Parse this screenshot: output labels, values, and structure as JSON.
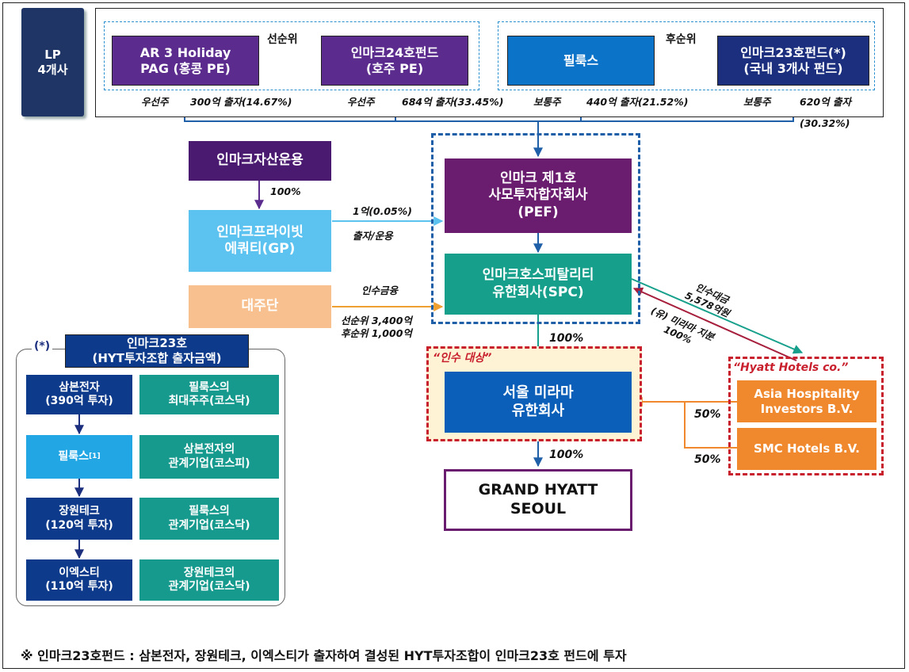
{
  "lp": {
    "label": "LP\n4개사"
  },
  "senior": {
    "header": "선순위",
    "fund1": {
      "name": "AR 3 Holiday\nPAG (홍콩 PE)",
      "type": "우선주",
      "amount": "300억 출자(14.67%)"
    },
    "fund2": {
      "name": "인마크24호펀드\n(호주 PE)",
      "type": "우선주",
      "amount": "684억 출자(33.45%)"
    }
  },
  "junior": {
    "header": "후순위",
    "fund1": {
      "name": "필룩스",
      "type": "보통주",
      "amount": "440억 출자(21.52%)"
    },
    "fund2": {
      "name": "인마크23호펀드(*)\n(국내 3개사 펀드)",
      "type": "보통주",
      "amount": "620억 출자",
      "amount2": "(30.32%)"
    }
  },
  "am": {
    "name": "인마크자산운용",
    "pct": "100%"
  },
  "gp": {
    "name": "인마크프라이빗\n에쿼티(GP)",
    "inv": "1억(0.05%)",
    "role": "출자/운용"
  },
  "pef": {
    "name": "인마크 제1호\n사모투자합자회사\n(PEF)"
  },
  "spc": {
    "name": "인마크호스피탈리티\n유한회사(SPC)",
    "pct": "100%"
  },
  "lender": {
    "name": "대주단",
    "loan": "인수금융",
    "senior": "선순위 3,400억",
    "junior": "후순위 1,000억"
  },
  "target": {
    "label": "“인수 대상”",
    "name": "서울 미라마\n유한회사",
    "pct": "100%"
  },
  "hotel": {
    "name": "GRAND HYATT\nSEOUL"
  },
  "hyatt": {
    "label": "“Hyatt Hotels co.”",
    "sub1": "Asia Hospitality\nInvestors B.V.",
    "sub2": "SMC Hotels B.V.",
    "pct1": "50%",
    "pct2": "50%",
    "price": "인수대금\n5,578억원",
    "share": "(유) 미라마 지분\n100%"
  },
  "hyt": {
    "mark": "(*)",
    "title": "인마크23호\n(HYT투자조합 출자금액)",
    "rows": [
      {
        "name": "삼본전자\n(390억 투자)",
        "desc": "필룩스의\n최대주주(코스닥)"
      },
      {
        "name": "필룩스",
        "sup": "[1]",
        "desc": "삼본전자의\n관계기업(코스피)"
      },
      {
        "name": "장원테크\n(120억 투자)",
        "desc": "필룩스의\n관계기업(코스닥)"
      },
      {
        "name": "이엑스티\n(110억 투자)",
        "desc": "장원테크의\n관계기업(코스닥)"
      }
    ]
  },
  "footnote": "※ 인마크23호펀드 : 삼본전자, 장원테크, 이엑스티가 출자하여 결성된 HYT투자조합이 인마크23호 펀드에 투자",
  "colors": {
    "navy": "#1B2F7E",
    "purple": "#5B2C8E",
    "blue": "#0B74C9",
    "darkpurple": "#4A1A70",
    "plum": "#6A1D6E",
    "skyblue": "#5CC2F0",
    "teal": "#16A08C",
    "peach": "#F7C08E",
    "orange": "#F0892E",
    "hytNavy": "#0D3A8A",
    "hytTeal": "#179A8E",
    "red": "#C8202D"
  }
}
